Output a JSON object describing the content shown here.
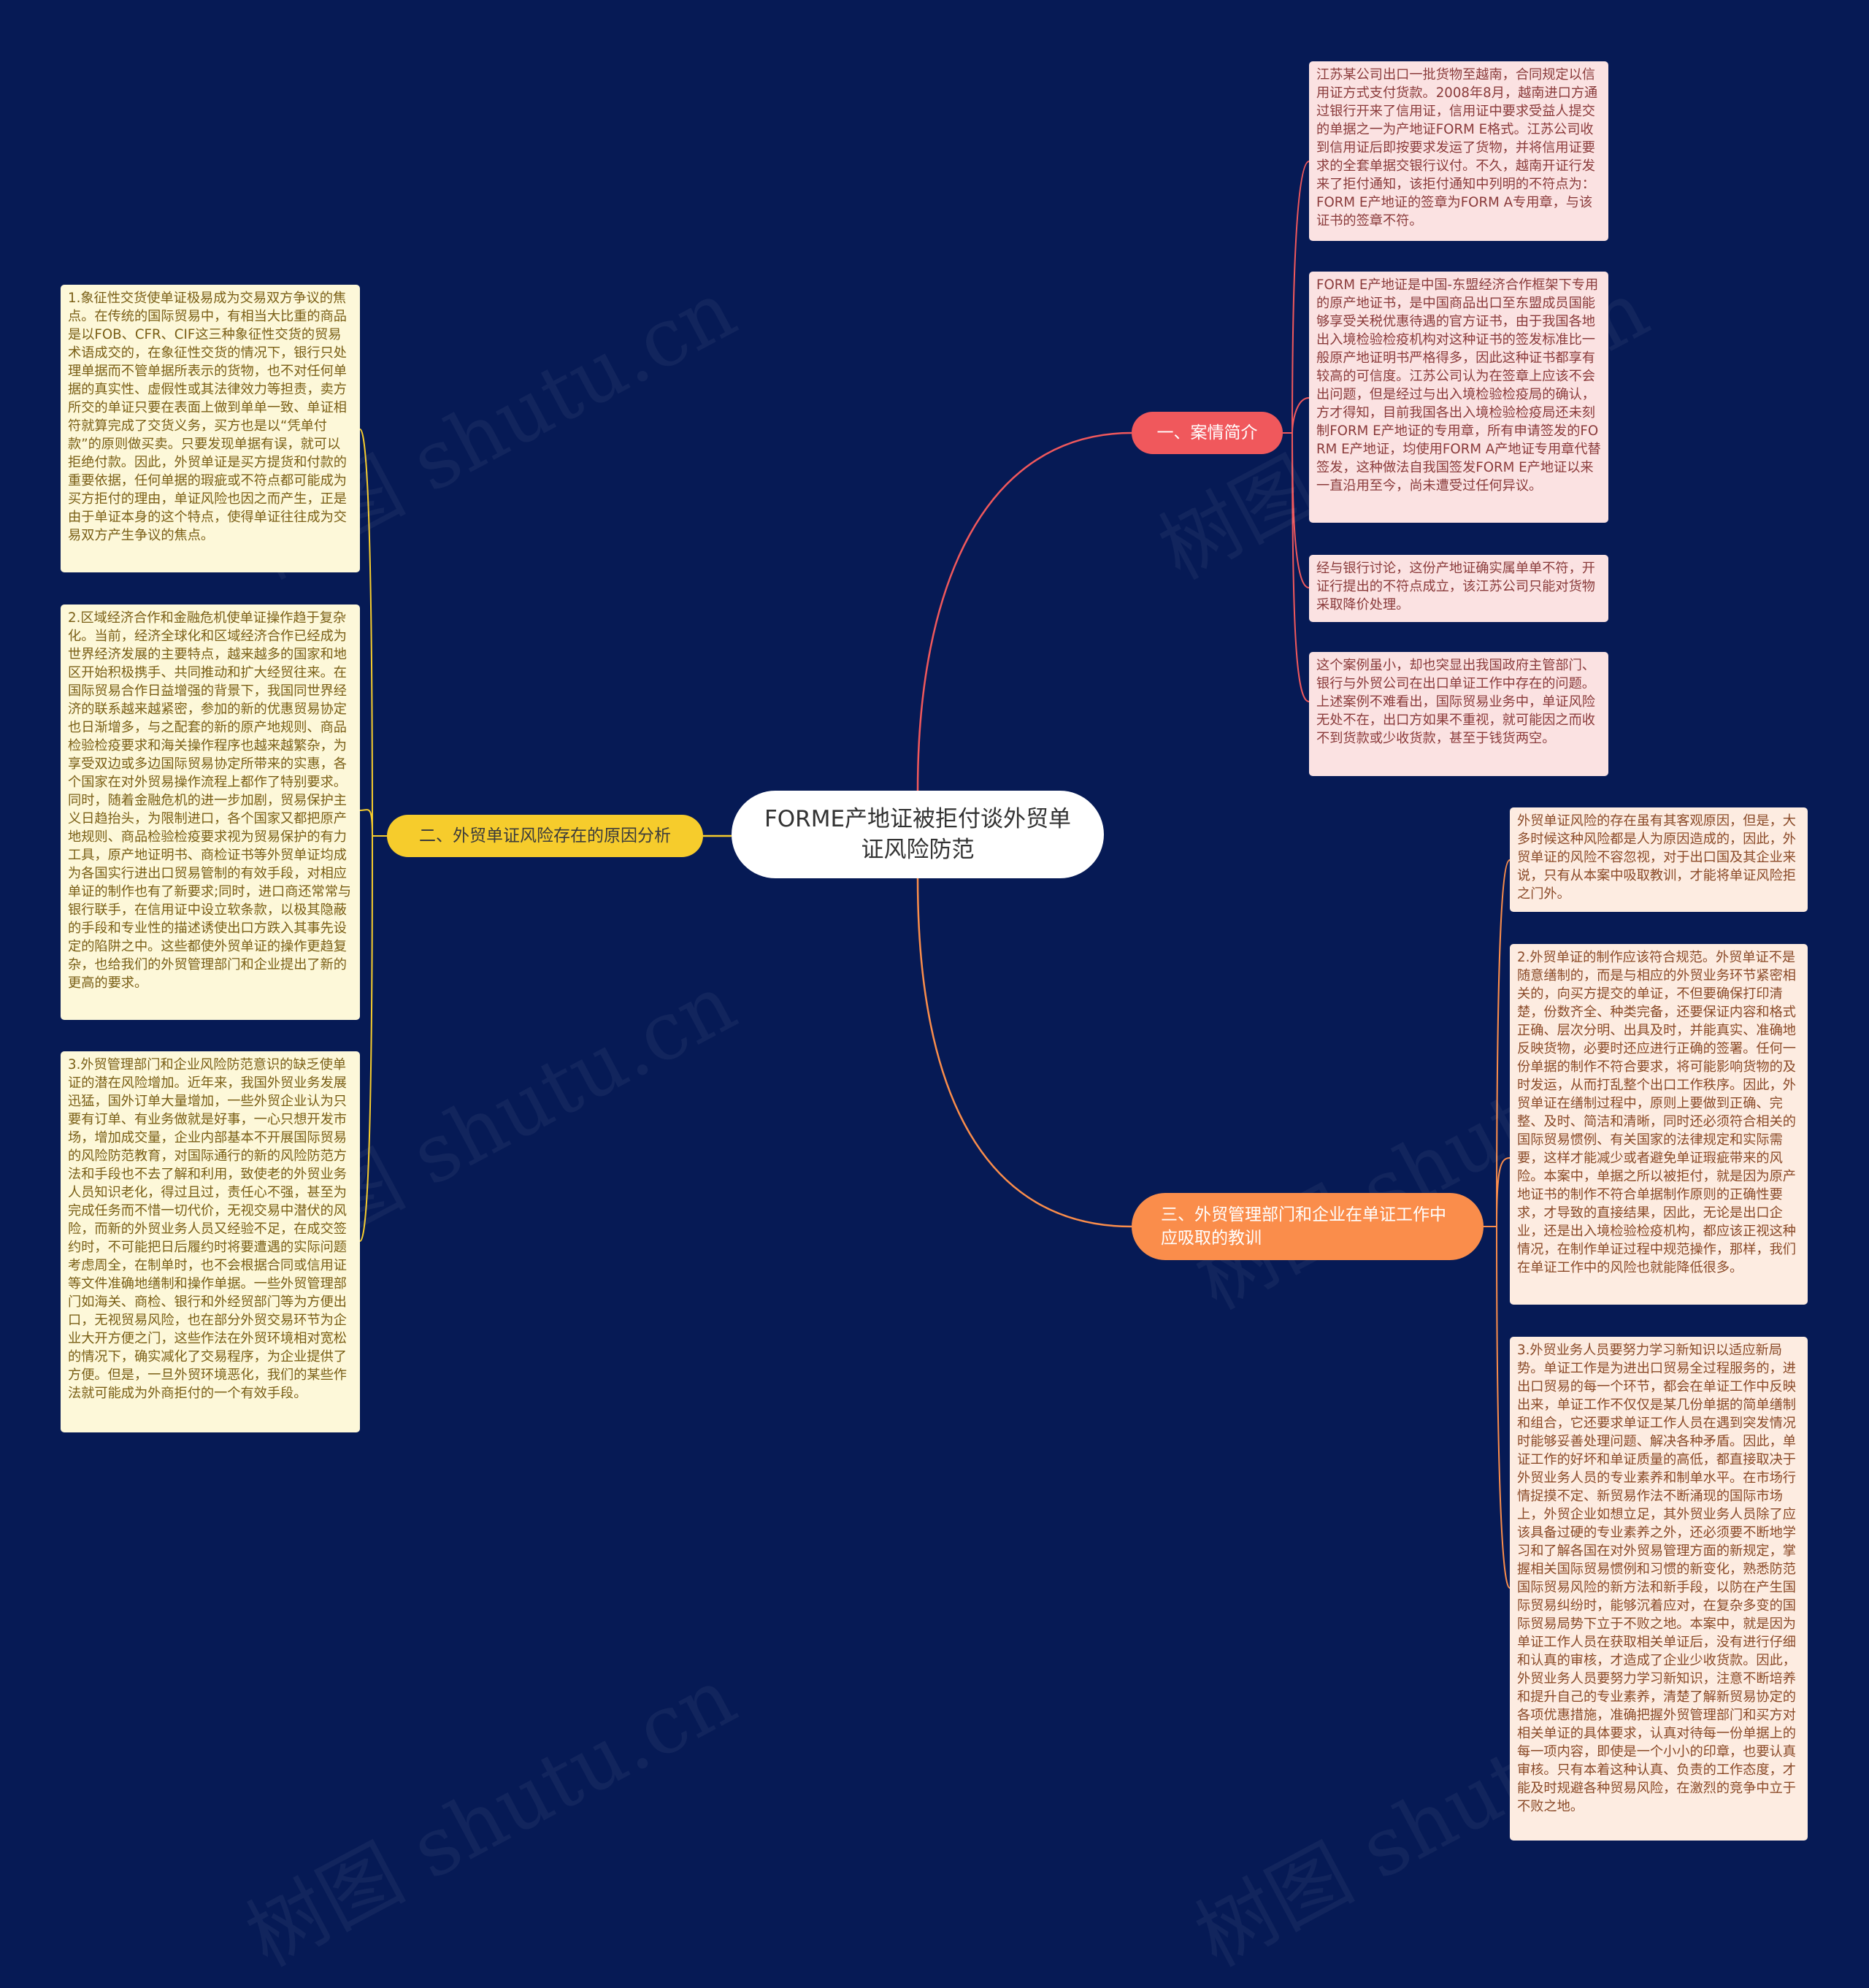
{
  "root": {
    "title": "FORME产地证被拒付谈外贸单证风险防范"
  },
  "watermark": "树图 shutu.cn",
  "colors": {
    "background": "#061a55",
    "branch_case": "#f0585c",
    "branch_reasons": "#f6cc2c",
    "branch_lessons": "#fa8d4b"
  },
  "branches": [
    {
      "label": "一、案情简介",
      "leaves": [
        "江苏某公司出口一批货物至越南，合同规定以信用证方式支付货款。2008年8月，越南进口方通过银行开来了信用证，信用证中要求受益人提交的单据之一为产地证FORM E格式。江苏公司收到信用证后即按要求发运了货物，并将信用证要求的全套单据交银行议付。不久，越南开证行发来了拒付通知，该拒付通知中列明的不符点为：FORM E产地证的签章为FORM A专用章，与该证书的签章不符。",
        "FORM E产地证是中国-东盟经济合作框架下专用的原产地证书，是中国商品出口至东盟成员国能够享受关税优惠待遇的官方证书，由于我国各地出入境检验检疫机构对这种证书的签发标准比一般原产地证明书严格得多，因此这种证书都享有较高的可信度。江苏公司认为在签章上应该不会出问题，但是经过与出入境检验检疫局的确认，方才得知，目前我国各出入境检验检疫局还未刻制FORM E产地证的专用章，所有申请签发的FORM E产地证，均使用FORM A产地证专用章代替签发，这种做法自我国签发FORM E产地证以来一直沿用至今，尚未遭受过任何异议。",
        "经与银行讨论，这份产地证确实属单单不符，开证行提出的不符点成立，该江苏公司只能对货物采取降价处理。",
        "这个案例虽小，却也突显出我国政府主管部门、银行与外贸公司在出口单证工作中存在的问题。上述案例不难看出，国际贸易业务中，单证风险无处不在，出口方如果不重视，就可能因之而收不到货款或少收货款，甚至于钱货两空。"
      ]
    },
    {
      "label": "二、外贸单证风险存在的原因分析",
      "leaves": [
        "1.象征性交货使单证极易成为交易双方争议的焦点。在传统的国际贸易中，有相当大比重的商品是以FOB、CFR、CIF这三种象征性交货的贸易术语成交的，在象征性交货的情况下，银行只处理单据而不管单据所表示的货物，也不对任何单据的真实性、虚假性或其法律效力等担责，卖方所交的单证只要在表面上做到单单一致、单证相符就算完成了交货义务，买方也是以“凭单付款”的原则做买卖。只要发现单据有误，就可以拒绝付款。因此，外贸单证是买方提货和付款的重要依据，任何单据的瑕疵或不符点都可能成为买方拒付的理由，单证风险也因之而产生，正是由于单证本身的这个特点，使得单证往往成为交易双方产生争议的焦点。",
        "2.区域经济合作和金融危机使单证操作趋于复杂化。当前，经济全球化和区域经济合作已经成为世界经济发展的主要特点，越来越多的国家和地区开始积极携手、共同推动和扩大经贸往来。在国际贸易合作日益增强的背景下，我国同世界经济的联系越来越紧密，参加的新的优惠贸易协定也日渐增多，与之配套的新的原产地规则、商品检验检疫要求和海关操作程序也越来越繁杂，为享受双边或多边国际贸易协定所带来的实惠，各个国家在对外贸易操作流程上都作了特别要求。同时，随着金融危机的进一步加剧，贸易保护主义日趋抬头，为限制进口，各个国家又都把原产地规则、商品检验检疫要求视为贸易保护的有力工具，原产地证明书、商检证书等外贸单证均成为各国实行进出口贸易管制的有效手段，对相应单证的制作也有了新要求;同时，进口商还常常与银行联手，在信用证中设立软条款，以极其隐蔽的手段和专业性的描述诱使出口方跌入其事先设定的陷阱之中。这些都使外贸单证的操作更趋复杂，也给我们的外贸管理部门和企业提出了新的更高的要求。",
        "3.外贸管理部门和企业风险防范意识的缺乏使单证的潜在风险增加。近年来，我国外贸业务发展迅猛，国外订单大量增加，一些外贸企业认为只要有订单、有业务做就是好事，一心只想开发市场，增加成交量，企业内部基本不开展国际贸易的风险防范教育，对国际通行的新的风险防范方法和手段也不去了解和利用，致使老的外贸业务人员知识老化，得过且过，责任心不强，甚至为完成任务而不惜一切代价，无视交易中潜伏的风险，而新的外贸业务人员又经验不足，在成交签约时，不可能把日后履约时将要遭遇的实际问题考虑周全，在制单时，也不会根据合同或信用证等文件准确地缮制和操作单据。一些外贸管理部门如海关、商检、银行和外经贸部门等为方便出口，无视贸易风险，也在部分外贸交易环节为企业大开方便之门，这些作法在外贸环境相对宽松的情况下，确实减化了交易程序，为企业提供了方便。但是，一旦外贸环境恶化，我们的某些作法就可能成为外商拒付的一个有效手段。"
      ]
    },
    {
      "label": "三、外贸管理部门和企业在单证工作中应吸取的教训",
      "leaves": [
        "外贸单证风险的存在虽有其客观原因，但是，大多时候这种风险都是人为原因造成的，因此，外贸单证的风险不容忽视，对于出口国及其企业来说，只有从本案中吸取教训，才能将单证风险拒之门外。",
        "2.外贸单证的制作应该符合规范。外贸单证不是随意缮制的，而是与相应的外贸业务环节紧密相关的，向买方提交的单证，不但要确保打印清楚，份数齐全、种类完备，还要保证内容和格式正确、层次分明、出具及时，并能真实、准确地反映货物，必要时还应进行正确的签署。任何一份单据的制作不符合要求，将可能影响货物的及时发运，从而打乱整个出口工作秩序。因此，外贸单证在缮制过程中，原则上要做到正确、完整、及时、简洁和清晰，同时还必须符合相关的国际贸易惯例、有关国家的法律规定和实际需要，这样才能减少或者避免单证瑕疵带来的风险。本案中，单据之所以被拒付，就是因为原产地证书的制作不符合单据制作原则的正确性要求，才导致的直接结果，因此，无论是出口企业，还是出入境检验检疫机构，都应该正视这种情况，在制作单证过程中规范操作，那样，我们在单证工作中的风险也就能降低很多。",
        "3.外贸业务人员要努力学习新知识以适应新局势。单证工作是为进出口贸易全过程服务的，进出口贸易的每一个环节，都会在单证工作中反映出来，单证工作不仅仅是某几份单据的简单缮制和组合，它还要求单证工作人员在遇到突发情况时能够妥善处理问题、解决各种矛盾。因此，单证工作的好坏和单证质量的高低，都直接取决于外贸业务人员的专业素养和制单水平。在市场行情捉摸不定、新贸易作法不断涌现的国际市场上，外贸企业如想立足，其外贸业务人员除了应该具备过硬的专业素养之外，还必须要不断地学习和了解各国在对外贸易管理方面的新规定，掌握相关国际贸易惯例和习惯的新变化，熟悉防范国际贸易风险的新方法和新手段，以防在产生国际贸易纠纷时，能够沉着应对，在复杂多变的国际贸易局势下立于不败之地。本案中，就是因为单证工作人员在获取相关单证后，没有进行仔细和认真的审核，才造成了企业少收货款。因此，外贸业务人员要努力学习新知识，注意不断培养和提升自己的专业素养，清楚了解新贸易协定的各项优惠措施，准确把握外贸管理部门和买方对相关单证的具体要求，认真对待每一份单据上的每一项内容，即使是一个小小的印章，也要认真审核。只有本着这种认真、负责的工作态度，才能及时规避各种贸易风险，在激烈的竞争中立于不败之地。"
      ]
    }
  ]
}
